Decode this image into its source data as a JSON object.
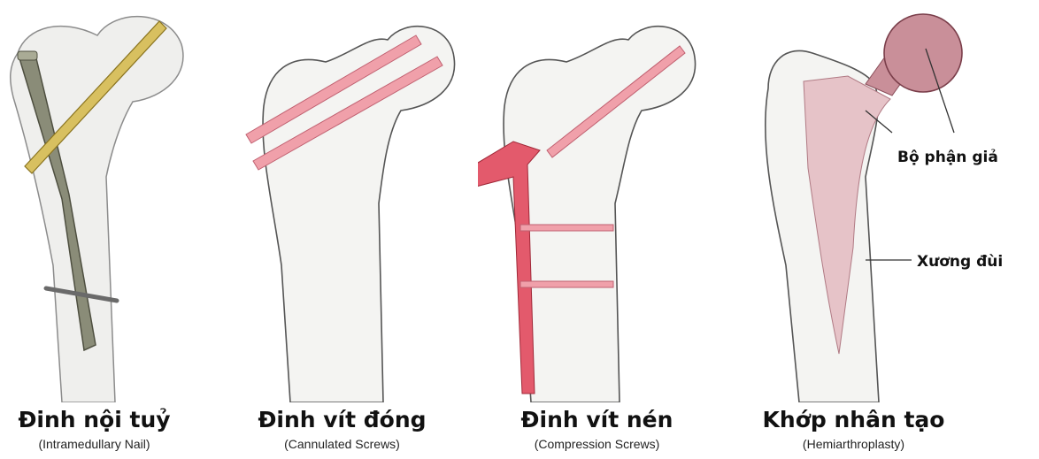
{
  "figures": [
    {
      "title": "Đinh nội tuỷ",
      "subtitle": "(Intramedullary Nail)"
    },
    {
      "title": "Đinh vít đóng",
      "subtitle": "(Cannulated Screws)"
    },
    {
      "title": "Đinh vít nén",
      "subtitle": "(Compression Screws)"
    },
    {
      "title": "Khớp nhân tạo",
      "subtitle": "(Hemiarthroplasty)"
    }
  ],
  "annotations": {
    "prosthesis": "Bộ phận giả",
    "femur": "Xương đùi"
  },
  "colors": {
    "bone_fill": "#f4f4f2",
    "bone_outline": "#555555",
    "implant_pink": "#f0a0aa",
    "plate_red": "#e35a6c",
    "nail_gray": "#8a8c78",
    "guide_gold": "#d8c060",
    "prosthesis_head": "#c98f99"
  }
}
